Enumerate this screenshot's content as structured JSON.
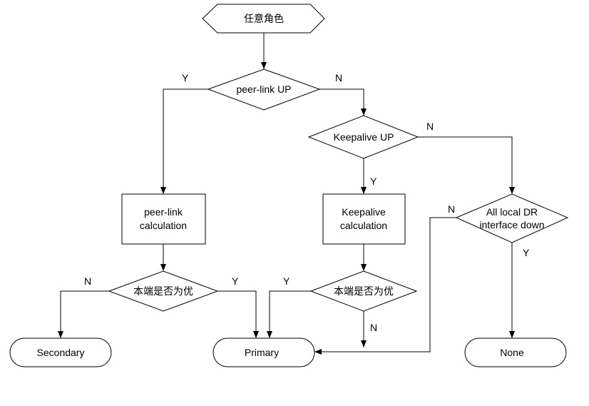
{
  "nodes": {
    "start": "任意角色",
    "peer_link_up": "peer-link UP",
    "keepalive_up": "Keepalive UP",
    "peer_link_calc": [
      "peer-link",
      "calculation"
    ],
    "keepalive_calc": [
      "Keepalive",
      "calculation"
    ],
    "all_local_dr": [
      "All local DR",
      "interface down"
    ],
    "local_better_left": "本端是否为优",
    "local_better_right": "本端是否为优",
    "secondary": "Secondary",
    "primary": "Primary",
    "none": "None"
  },
  "edge_labels": {
    "peer_link_up_yes": "Y",
    "peer_link_up_no": "N",
    "keepalive_up_no": "N",
    "keepalive_up_yes": "Y",
    "all_local_dr_no": "N",
    "all_local_dr_yes": "Y",
    "left_better_no": "N",
    "left_better_yes": "Y",
    "right_better_yes": "Y",
    "right_better_no": "N"
  }
}
